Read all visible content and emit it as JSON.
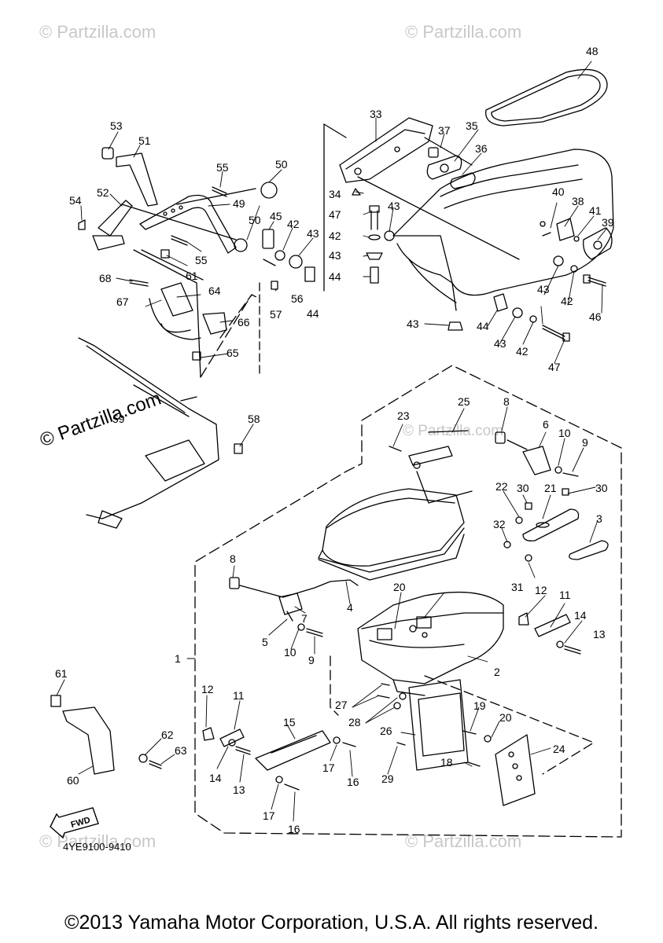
{
  "watermarks": {
    "small": "© Partzilla.com",
    "large": "© Partzilla.com"
  },
  "drawing_code": "4YE9100-9410",
  "fwd_label": "FWD",
  "copyright": "©2013 Yamaha Motor Corporation, U.S.A. All rights reserved.",
  "callouts": {
    "c1": "1",
    "c2": "2",
    "c3": "3",
    "c4": "4",
    "c5": "5",
    "c6": "6",
    "c7": "7",
    "c8a": "8",
    "c8b": "8",
    "c9a": "9",
    "c9b": "9",
    "c10a": "10",
    "c10b": "10",
    "c11a": "11",
    "c11b": "11",
    "c12a": "12",
    "c12b": "12",
    "c13a": "13",
    "c13b": "13",
    "c14a": "14",
    "c14b": "14",
    "c15": "15",
    "c16a": "16",
    "c16b": "16",
    "c17a": "17",
    "c17b": "17",
    "c18": "18",
    "c19": "19",
    "c20a": "20",
    "c20b": "20",
    "c21": "21",
    "c22": "22",
    "c23": "23",
    "c24": "24",
    "c25": "25",
    "c26": "26",
    "c27": "27",
    "c28": "28",
    "c29": "29",
    "c30a": "30",
    "c30b": "30",
    "c31": "31",
    "c32": "32",
    "c33": "33",
    "c34": "34",
    "c35": "35",
    "c36": "36",
    "c37": "37",
    "c38": "38",
    "c39": "39",
    "c40": "40",
    "c41": "41",
    "c42a": "42",
    "c42b": "42",
    "c42c": "42",
    "c42d": "42",
    "c43a": "43",
    "c43b": "43",
    "c43c": "43",
    "c43d": "43",
    "c43e": "43",
    "c43f": "43",
    "c44a": "44",
    "c44b": "44",
    "c44c": "44",
    "c45": "45",
    "c46": "46",
    "c47a": "47",
    "c47b": "47",
    "c48": "48",
    "c49": "49",
    "c50a": "50",
    "c50b": "50",
    "c51": "51",
    "c52": "52",
    "c53": "53",
    "c54": "54",
    "c55a": "55",
    "c55b": "55",
    "c56": "56",
    "c57": "57",
    "c58": "58",
    "c59": "59",
    "c60": "60",
    "c61a": "61",
    "c61b": "61",
    "c62": "62",
    "c63": "63",
    "c64": "64",
    "c65": "65",
    "c66": "66",
    "c67": "67",
    "c68": "68"
  }
}
